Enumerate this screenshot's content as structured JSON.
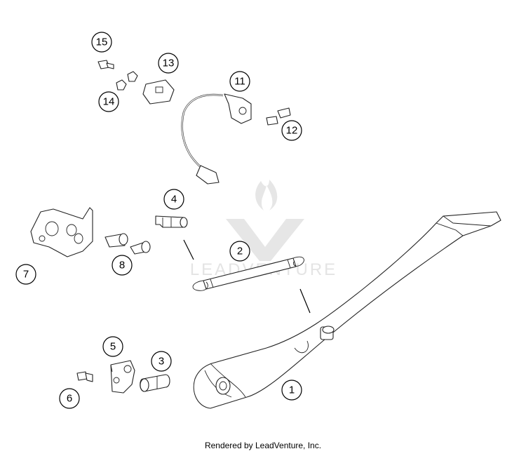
{
  "watermark": {
    "brand_text": "LEADVENTURE"
  },
  "callouts": [
    {
      "id": "1",
      "label": "1"
    },
    {
      "id": "2",
      "label": "2"
    },
    {
      "id": "3",
      "label": "3"
    },
    {
      "id": "4",
      "label": "4"
    },
    {
      "id": "5",
      "label": "5"
    },
    {
      "id": "6",
      "label": "6"
    },
    {
      "id": "7",
      "label": "7"
    },
    {
      "id": "8",
      "label": "8"
    },
    {
      "id": "11",
      "label": "11"
    },
    {
      "id": "12",
      "label": "12"
    },
    {
      "id": "13",
      "label": "13"
    },
    {
      "id": "14",
      "label": "14"
    },
    {
      "id": "15",
      "label": "15"
    }
  ],
  "footer": {
    "credit": "Rendered by LeadVenture, Inc."
  }
}
